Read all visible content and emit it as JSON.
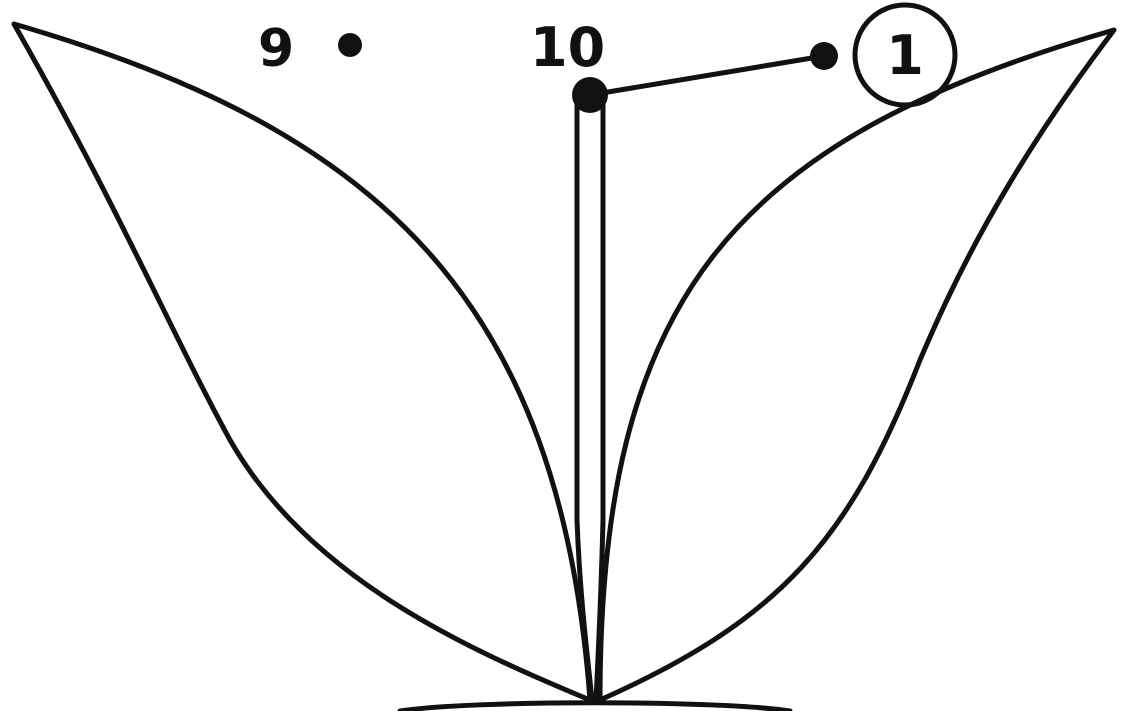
{
  "labels": {
    "dot_9": "9",
    "dot_10": "10",
    "dot_1": "1"
  }
}
